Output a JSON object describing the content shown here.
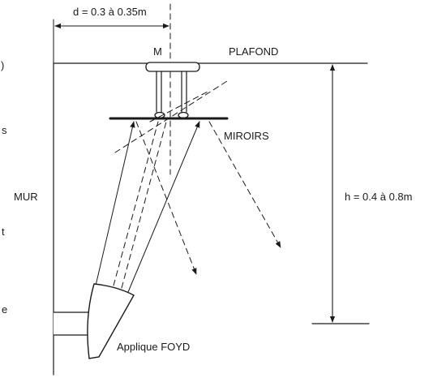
{
  "labels": {
    "distance": "d = 0.3 à 0.35m",
    "mount": "M",
    "ceiling": "PLAFOND",
    "mirrors": "MIROIRS",
    "wall": "MUR",
    "height": "h = 0.4 à 0.8m",
    "fixture": "Applique FOYD"
  },
  "edge_fragments": {
    "paren": ")",
    "s": "s",
    "t": "t",
    "e": "e"
  },
  "colors": {
    "ink": "#1a1a1a",
    "background": "#ffffff"
  }
}
